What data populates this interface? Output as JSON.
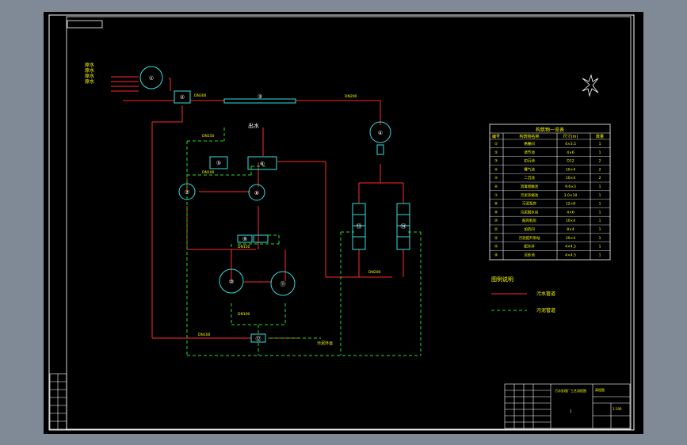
{
  "drawing": {
    "labels": {
      "outlet": "出水",
      "sludge_out": "污泥外运"
    },
    "unit_numbers": [
      "①",
      "②",
      "③",
      "④",
      "⑤",
      "⑥",
      "⑦",
      "⑧",
      "⑨",
      "⑩",
      "⑪",
      "⑫",
      "⑬",
      "⑭"
    ],
    "inlet_labels": [
      "原水",
      "原水",
      "原水",
      "原水"
    ],
    "pipe_labels": [
      "DN300",
      "DN200",
      "DN150",
      "DN100"
    ],
    "legend": {
      "title": "图例说明",
      "items": [
        {
          "label": "污水管道",
          "color": "#ff2a2a",
          "style": "solid"
        },
        {
          "label": "污泥管道",
          "color": "#22dd22",
          "style": "dashed"
        }
      ]
    },
    "table": {
      "title": "构筑物一览表",
      "headers": [
        "编号",
        "构筑物名称",
        "尺寸(m)",
        "数量"
      ],
      "rows": [
        [
          "①",
          "格栅间",
          "4×3.5",
          "1"
        ],
        [
          "②",
          "调节池",
          "4×6",
          "1"
        ],
        [
          "③",
          "初沉池",
          "D12",
          "2"
        ],
        [
          "④",
          "曝气池",
          "10×4",
          "2"
        ],
        [
          "⑤",
          "二沉池",
          "10×4",
          "2"
        ],
        [
          "⑥",
          "消毒接触池",
          "9.6×3",
          "1"
        ],
        [
          "⑦",
          "污泥浓缩池",
          "3.0×10",
          "1"
        ],
        [
          "⑧",
          "污泥泵房",
          "12×8",
          "1"
        ],
        [
          "⑨",
          "污泥脱水间",
          "4×6",
          "1"
        ],
        [
          "⑩",
          "鼓风机房",
          "10×4",
          "1"
        ],
        [
          "⑪",
          "加药间",
          "8×4",
          "1"
        ],
        [
          "⑫",
          "污泥提升泵站",
          "10×4",
          "1"
        ],
        [
          "⑬",
          "配水井",
          "4×4.5",
          "1"
        ],
        [
          "⑭",
          "沉砂池",
          "4×4.5",
          "1"
        ]
      ]
    },
    "title_block": {
      "project": "污水处理厂工艺流程图",
      "drawing_name": "高程图",
      "scale": "1:100",
      "sheet": "1"
    },
    "colors": {
      "sewage": "#ff2a2a",
      "sludge": "#22dd22",
      "outline": "#ffffff",
      "unit": "#33e0e0",
      "text": "#ffff00"
    }
  }
}
